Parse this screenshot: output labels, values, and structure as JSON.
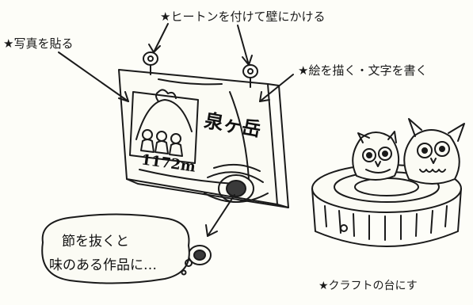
{
  "labels": {
    "hanger": "★ヒートンを付けて壁にかける",
    "photo": "★写真を貼る",
    "draw": "★絵を描く・文字を書く",
    "craft": "★クラフトの台にす"
  },
  "board": {
    "place_name": "泉ヶ岳",
    "altitude": "1172m"
  },
  "bubble": {
    "line1": "節を抜くと",
    "line2": "味のある作品に…"
  }
}
